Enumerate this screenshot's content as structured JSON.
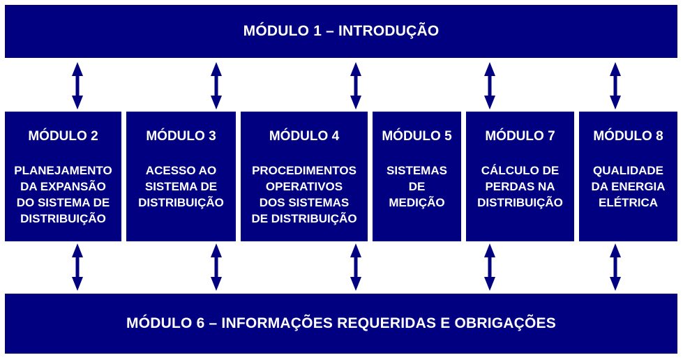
{
  "top_bar": {
    "label": "MÓDULO 1 – INTRODUÇÃO"
  },
  "bottom_bar": {
    "label": "MÓDULO 6 – INFORMAÇÕES REQUERIDAS E OBRIGAÇÕES"
  },
  "modules": [
    {
      "title": "MÓDULO 2",
      "text": "PLANEJAMENTO\nDA EXPANSÃO\nDO SISTEMA DE\nDISTRIBUIÇÃO"
    },
    {
      "title": "MÓDULO 3",
      "text": "ACESSO AO\nSISTEMA DE\nDISTRIBUIÇÃO"
    },
    {
      "title": "MÓDULO 4",
      "text": "PROCEDIMENTOS\nOPERATIVOS\nDOS SISTEMAS\nDE DISTRIBUIÇÃO"
    },
    {
      "title": "MÓDULO 5",
      "text": "SISTEMAS\nDE\nMEDIÇÃO"
    },
    {
      "title": "MÓDULO 7",
      "text": "CÁLCULO DE\nPERDAS NA\nDISTRIBUIÇÃO"
    },
    {
      "title": "MÓDULO 8",
      "text": "QUALIDADE\nDA ENERGIA\nELÉTRICA"
    }
  ],
  "colors": {
    "box_fill": "#000080",
    "arrow": "#000080",
    "text": "#ffffff"
  }
}
